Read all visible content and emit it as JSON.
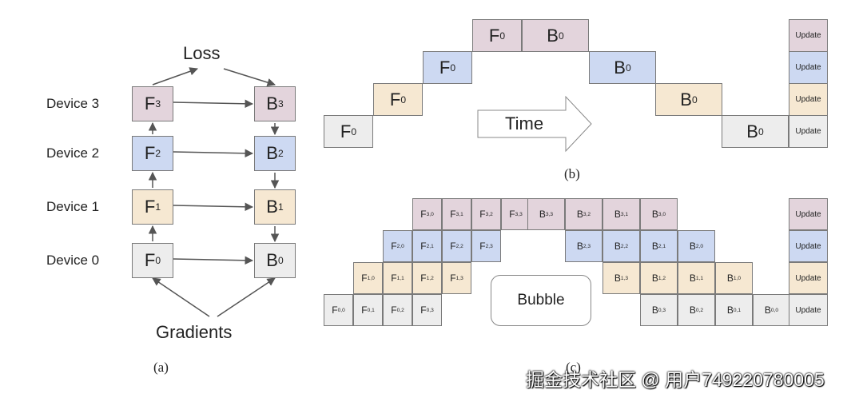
{
  "panel_a": {
    "top_label": "Loss",
    "bottom_label": "Gradients",
    "caption": "(a)",
    "devices": [
      {
        "label": "Device 3",
        "f_base": "F",
        "f_sub": "3",
        "b_base": "B",
        "b_sub": "3",
        "color": "#e3d4dc"
      },
      {
        "label": "Device 2",
        "f_base": "F",
        "f_sub": "2",
        "b_base": "B",
        "b_sub": "2",
        "color": "#cdd9f2"
      },
      {
        "label": "Device 1",
        "f_base": "F",
        "f_sub": "1",
        "b_base": "B",
        "b_sub": "1",
        "color": "#f6e8d2"
      },
      {
        "label": "Device 0",
        "f_base": "F",
        "f_sub": "0",
        "b_base": "B",
        "b_sub": "0",
        "color": "#ededed"
      }
    ]
  },
  "panel_b": {
    "caption": "(b)",
    "time_label": "Time",
    "update_label": "Update",
    "forward": [
      {
        "base": "F",
        "sub": "0"
      },
      {
        "base": "F",
        "sub": "0"
      },
      {
        "base": "F",
        "sub": "0"
      },
      {
        "base": "F",
        "sub": "0"
      }
    ],
    "backward": [
      {
        "base": "B",
        "sub": "0"
      },
      {
        "base": "B",
        "sub": "0"
      },
      {
        "base": "B",
        "sub": "0"
      },
      {
        "base": "B",
        "sub": "0"
      }
    ]
  },
  "panel_c": {
    "caption": "(c)",
    "bubble_label": "Bubble",
    "update_label": "Update",
    "rows": [
      {
        "device": 3,
        "forward": [
          {
            "base": "F",
            "sub": "3,0"
          },
          {
            "base": "F",
            "sub": "3,1"
          },
          {
            "base": "F",
            "sub": "3,2"
          },
          {
            "base": "F",
            "sub": "3,3"
          }
        ],
        "backward": [
          {
            "base": "B",
            "sub": "3,3"
          },
          {
            "base": "B",
            "sub": "3,2"
          },
          {
            "base": "B",
            "sub": "3,1"
          },
          {
            "base": "B",
            "sub": "3,0"
          }
        ]
      },
      {
        "device": 2,
        "forward": [
          {
            "base": "F",
            "sub": "2,0"
          },
          {
            "base": "F",
            "sub": "2,1"
          },
          {
            "base": "F",
            "sub": "2,2"
          },
          {
            "base": "F",
            "sub": "2,3"
          }
        ],
        "backward": [
          {
            "base": "B",
            "sub": "2,3"
          },
          {
            "base": "B",
            "sub": "2,2"
          },
          {
            "base": "B",
            "sub": "2,1"
          },
          {
            "base": "B",
            "sub": "2,0"
          }
        ]
      },
      {
        "device": 1,
        "forward": [
          {
            "base": "F",
            "sub": "1,0"
          },
          {
            "base": "F",
            "sub": "1,1"
          },
          {
            "base": "F",
            "sub": "1,2"
          },
          {
            "base": "F",
            "sub": "1,3"
          }
        ],
        "backward": [
          {
            "base": "B",
            "sub": "1,3"
          },
          {
            "base": "B",
            "sub": "1,2"
          },
          {
            "base": "B",
            "sub": "1,1"
          },
          {
            "base": "B",
            "sub": "1,0"
          }
        ]
      },
      {
        "device": 0,
        "forward": [
          {
            "base": "F",
            "sub": "0,0"
          },
          {
            "base": "F",
            "sub": "0,1"
          },
          {
            "base": "F",
            "sub": "0,2"
          },
          {
            "base": "F",
            "sub": "0,3"
          }
        ],
        "backward": [
          {
            "base": "B",
            "sub": "0,3"
          },
          {
            "base": "B",
            "sub": "0,2"
          },
          {
            "base": "B",
            "sub": "0,1"
          },
          {
            "base": "B",
            "sub": "0,0"
          }
        ]
      }
    ]
  },
  "colors": {
    "device3": "#e3d4dc",
    "device2": "#cdd9f2",
    "device1": "#f6e8d2",
    "device0": "#ededed",
    "border": "#7a7a7a",
    "arrow": "#555555"
  },
  "watermark": "掘金技术社区 @ 用户749220780005"
}
